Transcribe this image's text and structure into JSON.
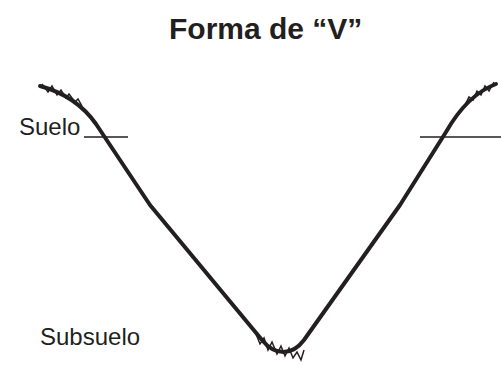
{
  "diagram": {
    "title": "Forma de “V”",
    "labels": [
      "Suelo",
      "Subsuelo"
    ]
  }
}
